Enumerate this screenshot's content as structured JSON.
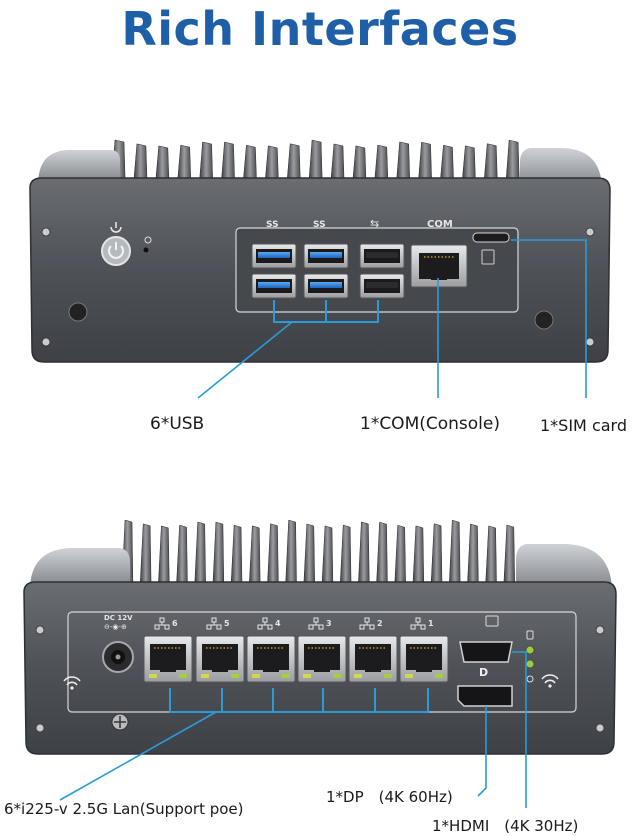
{
  "title": "Rich Interfaces",
  "accent_color": "#1f5fa8",
  "callout_color": "#2b9bd6",
  "top_panel": {
    "port_labels": {
      "usb3_a": "SS",
      "usb3_b": "SS",
      "usb2": "⇆",
      "com": "COM"
    },
    "icons": [
      "power-button-icon",
      "usb-port-icon",
      "rj45-com-port-icon",
      "sim-card-slot-icon",
      "screw-icon"
    ],
    "callouts": {
      "usb": "6*USB",
      "com": "1*COM(Console)",
      "sim": "1*SIM card"
    }
  },
  "bottom_panel": {
    "dc_label_1": "DC 12V",
    "dc_label_2": "⊖-◉-⊕",
    "lan_numbers": [
      "6",
      "5",
      "4",
      "3",
      "2",
      "1"
    ],
    "icons": [
      "dc-jack-icon",
      "ethernet-port-icon",
      "hdmi-port-icon",
      "displayport-icon",
      "wifi-antenna-icon",
      "led-indicator-icon"
    ],
    "callouts": {
      "lan": "6*i225-v 2.5G Lan(Support poe)",
      "dp": "1*DP　(4K 60Hz)",
      "hdmi": "1*HDMI　(4K 30Hz)"
    }
  }
}
